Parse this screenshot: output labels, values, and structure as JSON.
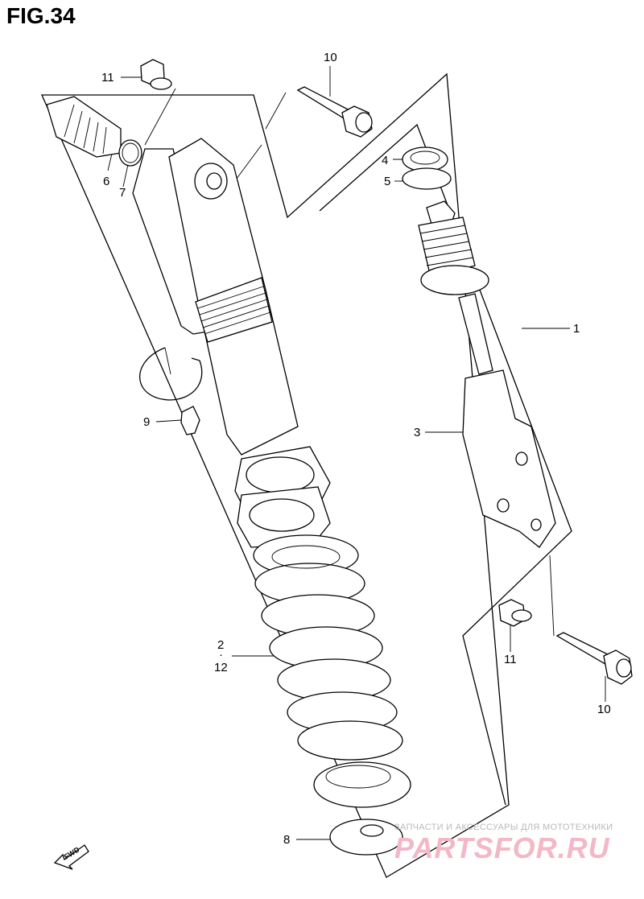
{
  "figure_title": "FIG.34",
  "callouts": [
    {
      "id": "c11a",
      "text": "11"
    },
    {
      "id": "c10a",
      "text": "10"
    },
    {
      "id": "c6",
      "text": "6"
    },
    {
      "id": "c7",
      "text": "7"
    },
    {
      "id": "c4",
      "text": "4"
    },
    {
      "id": "c5",
      "text": "5"
    },
    {
      "id": "c1",
      "text": "1"
    },
    {
      "id": "c9",
      "text": "9"
    },
    {
      "id": "c3",
      "text": "3"
    },
    {
      "id": "c2",
      "text": "2"
    },
    {
      "id": "cdot",
      "text": "·"
    },
    {
      "id": "c12",
      "text": "12"
    },
    {
      "id": "c11b",
      "text": "11"
    },
    {
      "id": "c10b",
      "text": "10"
    },
    {
      "id": "c8",
      "text": "8"
    }
  ],
  "fwd_label": "FWD",
  "watermark": {
    "tagline": "ЗАПЧАСТИ И АКСЕССУАРЫ ДЛЯ МОТОТЕХНИКИ",
    "brand": "PARTSFOR.RU"
  }
}
